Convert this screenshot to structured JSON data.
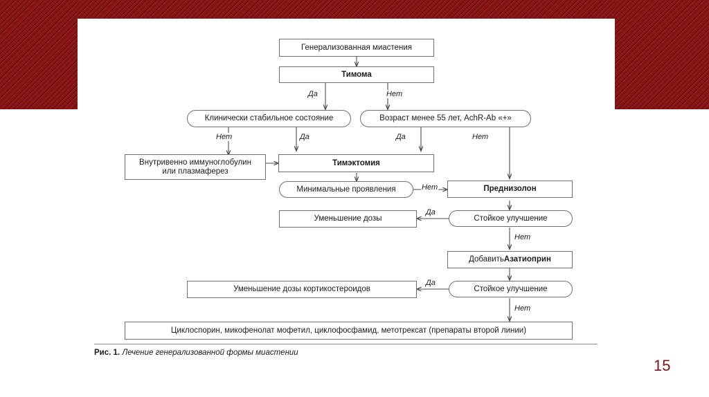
{
  "page": {
    "number": "15",
    "accent_color": "#8a1414",
    "page_number_color": "#7d1414"
  },
  "caption": {
    "prefix": "Рис. 1.",
    "text": " Лечение генерализованной формы миастении"
  },
  "flowchart": {
    "type": "diagram",
    "title": "Лечение генерализованной формы миастении",
    "yes_label": "Да",
    "no_label": "Нет",
    "nodes": [
      {
        "id": "n1",
        "label": "Генерализованная миастения",
        "shape": "rect",
        "bold": false
      },
      {
        "id": "n2",
        "label": "Тимома",
        "shape": "rect",
        "bold": true
      },
      {
        "id": "n3",
        "label": "Клинически стабильное состояние",
        "shape": "round",
        "bold": false
      },
      {
        "id": "n4",
        "label": "Возраст менее 55 лет, AchR-Ab «+»",
        "shape": "round",
        "bold": false
      },
      {
        "id": "n5",
        "label_line1": "Внутривенно иммуноглобулин",
        "label_line2": "или плазмаферез",
        "shape": "rect",
        "bold": false
      },
      {
        "id": "n6",
        "label": "Тимэктомия",
        "shape": "rect",
        "bold": true
      },
      {
        "id": "n7",
        "label": "Минимальные проявления",
        "shape": "round",
        "bold": false
      },
      {
        "id": "n8",
        "label": "Преднизолон",
        "shape": "rect",
        "bold": true
      },
      {
        "id": "n9",
        "label": "Уменьшение дозы",
        "shape": "rect",
        "bold": false
      },
      {
        "id": "n10",
        "label": "Стойкое улучшение",
        "shape": "round",
        "bold": false
      },
      {
        "id": "n11",
        "label_plain": "Добавить ",
        "label_bold": "Азатиоприн",
        "shape": "rect",
        "bold": false
      },
      {
        "id": "n12",
        "label": "Уменьшение дозы кортикостероидов",
        "shape": "rect",
        "bold": false
      },
      {
        "id": "n13",
        "label": "Стойкое улучшение",
        "shape": "round",
        "bold": false
      },
      {
        "id": "n14",
        "label": "Циклоспорин, микофенолат мофетил, циклофосфамид, метотрексат (препараты второй линии)",
        "shape": "rect",
        "bold": false
      }
    ],
    "edges": [
      {
        "from": "n1",
        "to": "n2",
        "label": ""
      },
      {
        "from": "n2",
        "to": "n3",
        "label": "Да"
      },
      {
        "from": "n2",
        "to": "n4",
        "label": "Нет"
      },
      {
        "from": "n3",
        "to": "n5",
        "label": "Нет"
      },
      {
        "from": "n3",
        "to": "n6",
        "label": "Да"
      },
      {
        "from": "n4",
        "to": "n6",
        "label": "Да"
      },
      {
        "from": "n4",
        "to": "n8",
        "label": "Нет"
      },
      {
        "from": "n5",
        "to": "n6",
        "label": ""
      },
      {
        "from": "n6",
        "to": "n7",
        "label": ""
      },
      {
        "from": "n7",
        "to": "n8",
        "label": "Нет"
      },
      {
        "from": "n8",
        "to": "n10",
        "label": ""
      },
      {
        "from": "n10",
        "to": "n9",
        "label": "Да"
      },
      {
        "from": "n10",
        "to": "n11",
        "label": "Нет"
      },
      {
        "from": "n11",
        "to": "n13",
        "label": ""
      },
      {
        "from": "n13",
        "to": "n12",
        "label": "Да"
      },
      {
        "from": "n13",
        "to": "n14",
        "label": "Нет"
      }
    ]
  }
}
